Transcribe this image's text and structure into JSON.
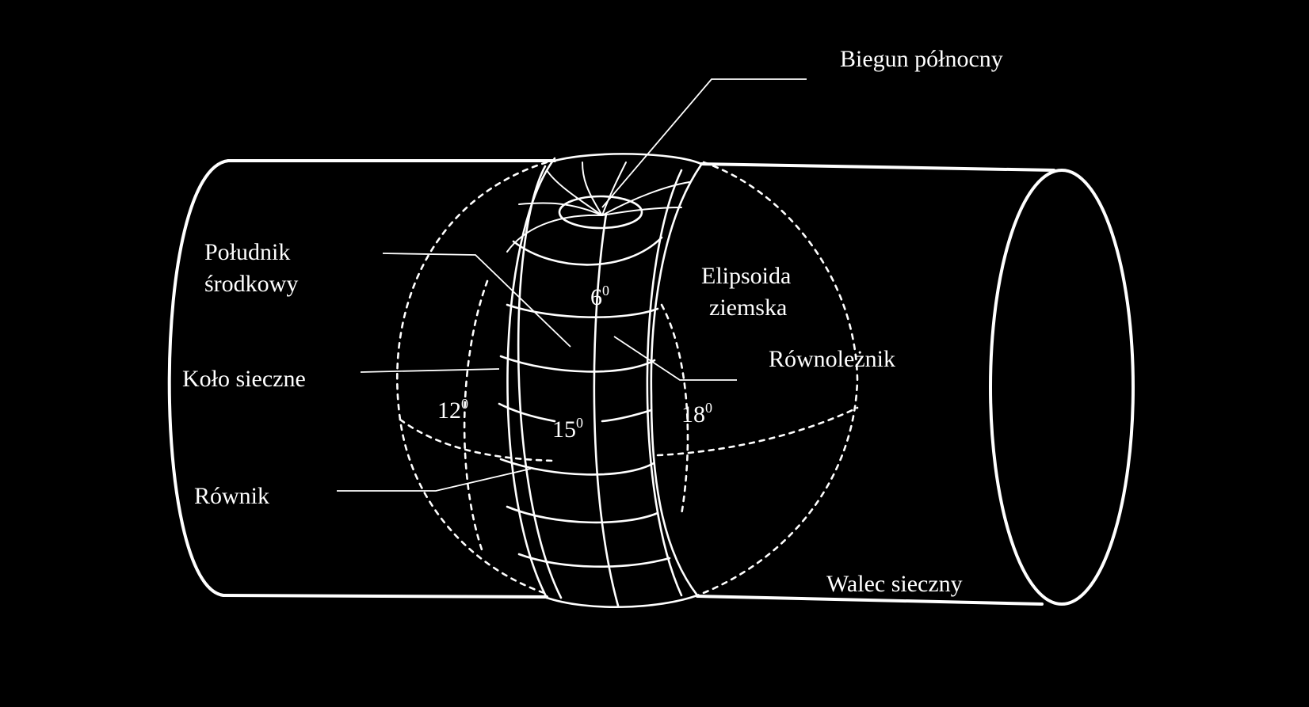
{
  "diagram": {
    "labels": {
      "north_pole": "Biegun północny",
      "central_meridian_line1": "Południk",
      "central_meridian_line2": "środkowy",
      "ellipsoid_line1": "Elipsoida",
      "ellipsoid_line2": "ziemska",
      "parallel": "Równoleżnik",
      "secant_circle": "Koło sieczne",
      "equator": "Równik",
      "secant_cylinder": "Walec sieczny"
    },
    "degrees": {
      "d6": "6",
      "d12": "12",
      "d15": "15",
      "d18": "18",
      "superscript": "0"
    }
  }
}
